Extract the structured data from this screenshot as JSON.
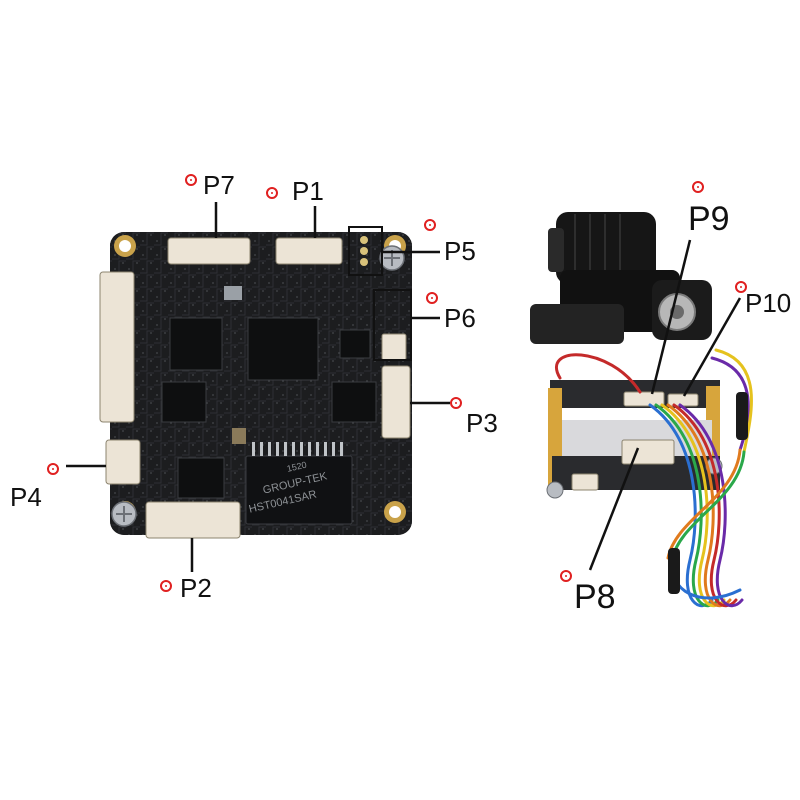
{
  "board": {
    "ports": [
      {
        "id": "P7",
        "label": "P7"
      },
      {
        "id": "P1",
        "label": "P1"
      },
      {
        "id": "P5",
        "label": "P5"
      },
      {
        "id": "P6",
        "label": "P6"
      },
      {
        "id": "P3",
        "label": "P3"
      },
      {
        "id": "P4",
        "label": "P4"
      },
      {
        "id": "P2",
        "label": "P2"
      }
    ],
    "chip_text": [
      "GROUP-TEK",
      "HST0041SAR",
      "1520"
    ]
  },
  "module": {
    "ports": [
      {
        "id": "P9",
        "label": "P9"
      },
      {
        "id": "P10",
        "label": "P10"
      },
      {
        "id": "P8",
        "label": "P8"
      }
    ]
  },
  "colors": {
    "marker": "#e02020",
    "pcb": "#1c1d1f",
    "connector": "#ece4d6",
    "leader_line": "#111111"
  }
}
